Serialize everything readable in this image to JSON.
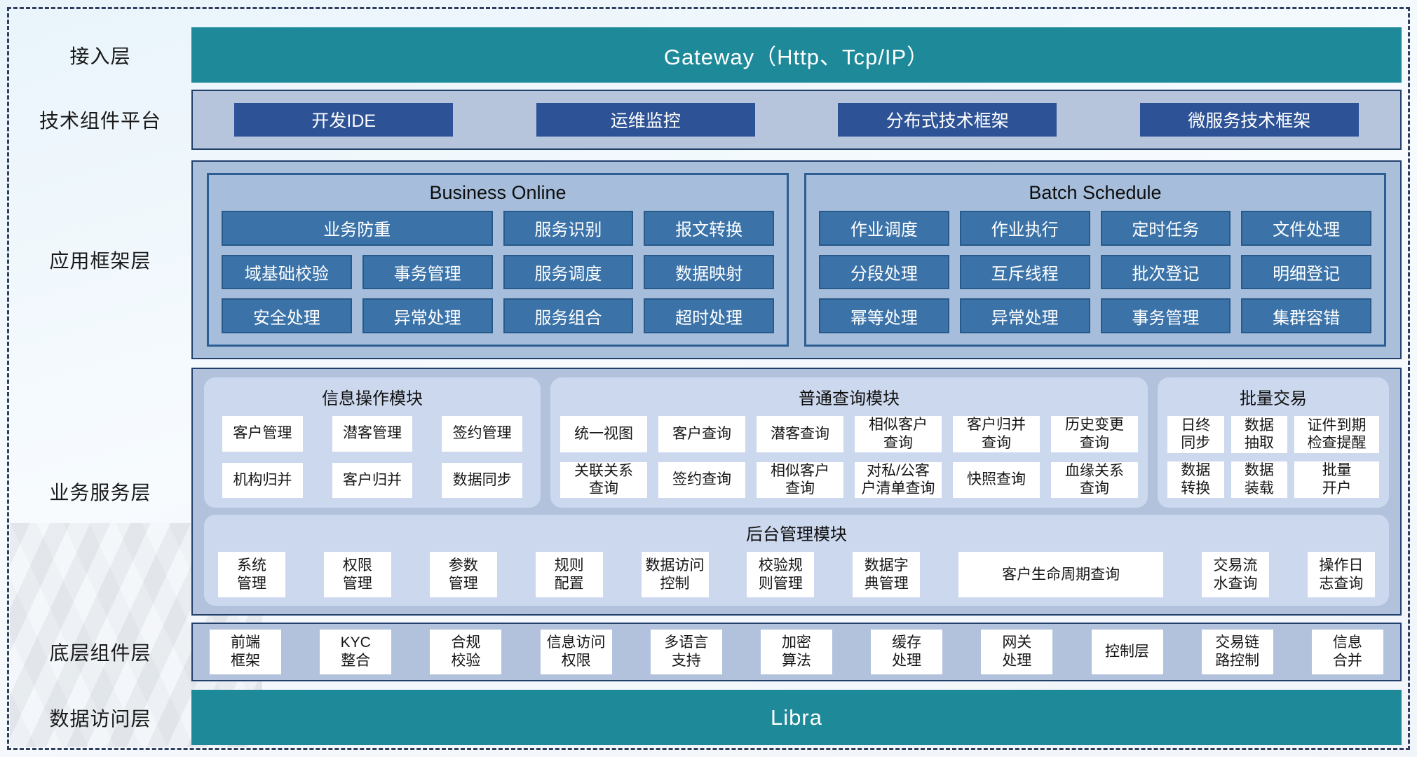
{
  "layers": {
    "access": {
      "label": "接入层",
      "gateway": "Gateway（Http、Tcp/IP）"
    },
    "tech": {
      "label": "技术组件平台",
      "items": [
        "开发IDE",
        "运维监控",
        "分布式技术框架",
        "微服务技术框架"
      ]
    },
    "app": {
      "label": "应用框架层",
      "business_online": {
        "title": "Business Online",
        "items": [
          "业务防重",
          "服务识别",
          "报文转换",
          "域基础校验",
          "事务管理",
          "服务调度",
          "数据映射",
          "安全处理",
          "异常处理",
          "服务组合",
          "超时处理"
        ]
      },
      "batch_schedule": {
        "title": "Batch Schedule",
        "items": [
          "作业调度",
          "作业执行",
          "定时任务",
          "文件处理",
          "分段处理",
          "互斥线程",
          "批次登记",
          "明细登记",
          "幂等处理",
          "异常处理",
          "事务管理",
          "集群容错"
        ]
      }
    },
    "service": {
      "label": "业务服务层",
      "info_module": {
        "title": "信息操作模块",
        "items": [
          "客户管理",
          "潜客管理",
          "签约管理",
          "机构归并",
          "客户归并",
          "数据同步"
        ]
      },
      "query_module": {
        "title": "普通查询模块",
        "items": [
          "统一视图",
          "客户查询",
          "潜客查询",
          "相似客户\n查询",
          "客户归并\n查询",
          "历史变更\n查询",
          "关联关系\n查询",
          "签约查询",
          "相似客户\n查询",
          "对私/公客\n户清单查询",
          "快照查询",
          "血缘关系\n查询"
        ]
      },
      "batch_trade": {
        "title": "批量交易",
        "items": [
          "日终\n同步",
          "数据\n抽取",
          "证件到期\n检查提醒",
          "数据\n转换",
          "数据\n装载",
          "批量\n开户"
        ]
      },
      "admin_module": {
        "title": "后台管理模块",
        "items": [
          "系统\n管理",
          "权限\n管理",
          "参数\n管理",
          "规则\n配置",
          "数据访问\n控制",
          "校验规\n则管理",
          "数据字\n典管理",
          "客户生命周期查询",
          "交易流\n水查询",
          "操作日\n志查询"
        ]
      }
    },
    "components": {
      "label": "底层组件层",
      "items": [
        "前端\n框架",
        "KYC\n整合",
        "合规\n校验",
        "信息访问\n权限",
        "多语言\n支持",
        "加密\n算法",
        "缓存\n处理",
        "网关\n处理",
        "控制层",
        "交易链\n路控制",
        "信息\n合并"
      ]
    },
    "data_access": {
      "label": "数据访问层",
      "bar": "Libra"
    }
  }
}
